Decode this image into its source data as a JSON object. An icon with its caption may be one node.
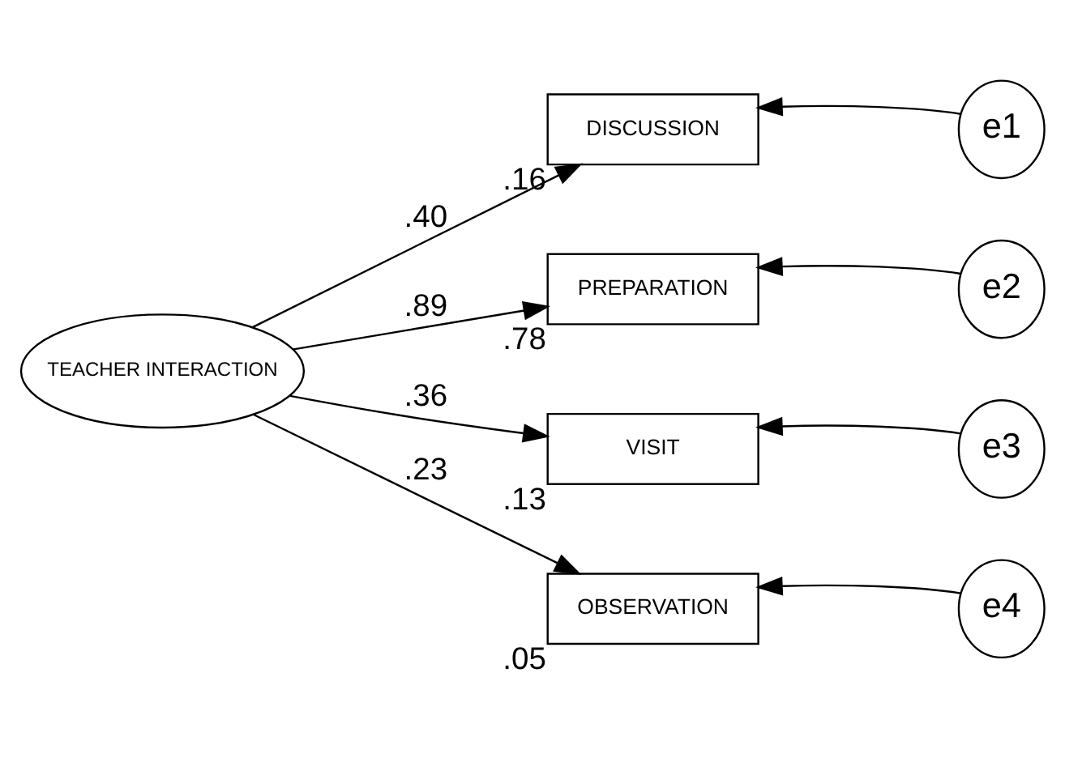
{
  "diagram": {
    "nodes": [
      {
        "text": [
          "TEACHER INTERACTION"
        ]
      },
      {
        "text": [
          "DISCUSSION"
        ],
        "beside": [
          ".16"
        ]
      },
      {
        "text": [
          "PREPARATION"
        ],
        "beside": [
          ".78"
        ]
      },
      {
        "text": [
          "VISIT"
        ],
        "beside": [
          ".13"
        ]
      },
      {
        "text": [
          "OBSERVATION"
        ],
        "beside": [
          ".05"
        ]
      },
      {
        "text": [
          "e1"
        ]
      },
      {
        "text": [
          "e2"
        ]
      },
      {
        "text": [
          "e3"
        ]
      },
      {
        "text": [
          "e4"
        ]
      }
    ],
    "edges": [
      {
        "from": 0,
        "to": 1,
        "arrow": "to",
        "label": ".40"
      },
      {
        "from": 0,
        "to": 2,
        "arrow": "to",
        "label": ".89"
      },
      {
        "from": 0,
        "to": 3,
        "arrow": "to",
        "label": ".36"
      },
      {
        "from": 0,
        "to": 4,
        "arrow": "to",
        "label": ".23"
      },
      {
        "from": 5,
        "to": 1,
        "arrow": "to"
      },
      {
        "from": 6,
        "to": 2,
        "arrow": "to"
      },
      {
        "from": 7,
        "to": 3,
        "arrow": "to"
      },
      {
        "from": 8,
        "to": 4,
        "arrow": "to"
      }
    ]
  }
}
